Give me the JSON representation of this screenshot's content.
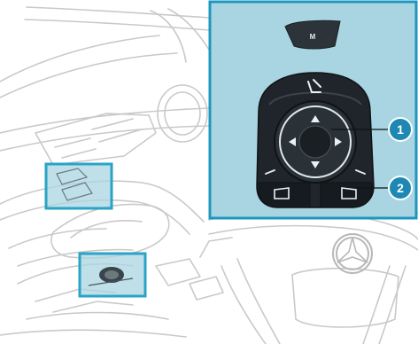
{
  "colors": {
    "background": "#ffffff",
    "line_art": "#c9c9c9",
    "highlight_fill": "#a9d4e2",
    "highlight_border": "#2aa3c6",
    "callout_fill": "#a9d4e2",
    "callout_border": "#1d97bd",
    "control_dark": "#1f252a",
    "control_mid": "#3a444b",
    "glyph": "#e9f1f5",
    "badge_fill": "#1c88b3"
  },
  "callout": {
    "memory_key_label": "M",
    "icons": [
      "seat-back-icon",
      "arrow-up-icon",
      "arrow-down-icon",
      "arrow-left-icon",
      "arrow-right-icon",
      "mirror-left-icon",
      "mirror-right-icon"
    ],
    "markers": [
      {
        "number": "1"
      },
      {
        "number": "2"
      }
    ]
  },
  "brand": {
    "logo": "mercedes-star-logo"
  }
}
